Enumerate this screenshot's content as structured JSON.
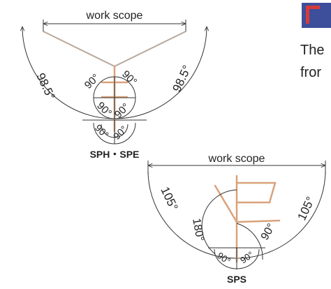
{
  "diagram_top": {
    "scope_label": "work scope",
    "angle_side_left": "98.5°",
    "angle_side_right": "98.5°",
    "angle_inner_upper_left": "90°",
    "angle_inner_upper_right": "90°",
    "angle_inner_lower_left": "90°",
    "angle_inner_lower_right": "90°",
    "angle_base_left": "90°",
    "angle_base_right": "90°",
    "model_label": "SPH・SPE"
  },
  "diagram_bottom": {
    "scope_label": "work scope",
    "angle_side_left": "105°",
    "angle_side_right": "105°",
    "angle_inner_left": "180°",
    "angle_inner_right": "90°",
    "angle_base_left": "90°",
    "angle_base_right": "90°",
    "model_label": "SPS"
  },
  "side_text": {
    "line1": "The",
    "line2": "fror"
  },
  "colors": {
    "arm": "#d9a27a",
    "logo_blue": "#3d4e9a",
    "logo_red": "#d63b3b"
  }
}
